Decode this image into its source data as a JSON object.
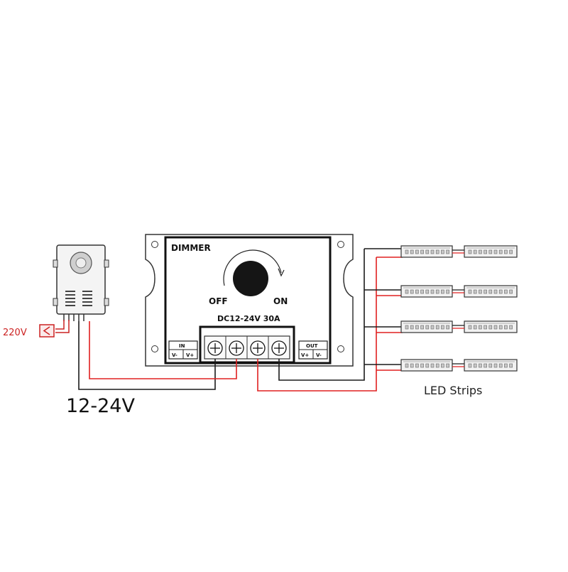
{
  "labels": {
    "mains": "220V",
    "supply": "12-24V",
    "dimmer_title": "DIMMER",
    "off": "OFF",
    "on": "ON",
    "rating": "DC12-24V 30A",
    "in_title": "IN",
    "in_minus": "V-",
    "in_plus": "V+",
    "out_title": "OUT",
    "out_plus": "V+",
    "out_minus": "V-",
    "led_strips": "LED Strips"
  },
  "colors": {
    "wire_positive": "#e02020",
    "wire_negative": "#1a1a1a",
    "mains_label": "#cc2222",
    "led_strip_pcb": "#f2f2f2",
    "led_strip_chip": "#c8c8c8",
    "knob": "#151515"
  },
  "icons": [
    "plug-icon",
    "rotation-arrow-icon",
    "screw-terminal-icon",
    "mounting-hole-icon"
  ]
}
